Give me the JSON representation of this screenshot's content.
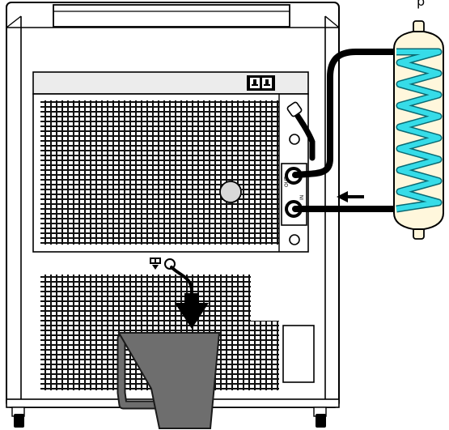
{
  "diagram": {
    "corner_text": "p",
    "outlet_labels": [
      "OUT",
      "IN"
    ],
    "colors": {
      "outline": "#000000",
      "cabinet_fill": "#ffffff",
      "panel_fill": "#ececec",
      "hose": "#000000",
      "coil": "#36dce8",
      "condenser_body": "#fff7dc",
      "knob": "#d8d8d8",
      "cup": "#6e6e6e",
      "cup_outline": "#1a1a1a"
    },
    "icons": [
      "cabinet-back-view",
      "drain-symbol-icon",
      "power-plug-icon",
      "flow-arrow-icon",
      "drain-arrow-icon",
      "coil-condenser",
      "collection-cup"
    ]
  }
}
